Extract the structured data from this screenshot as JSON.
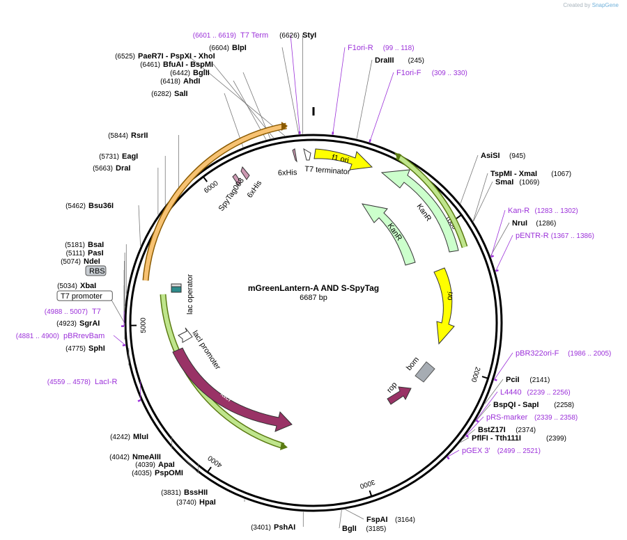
{
  "credit": {
    "prefix": "Created by",
    "brand": "SnapGene"
  },
  "plasmid": {
    "name": "mGreenLantern-A AND S-SpyTag",
    "size": "6687 bp",
    "length": 6687
  },
  "ticks": [
    {
      "pos": 1000,
      "label": "1000"
    },
    {
      "pos": 2000,
      "label": "2000"
    },
    {
      "pos": 3000,
      "label": "3000"
    },
    {
      "pos": 4000,
      "label": "4000"
    },
    {
      "pos": 5000,
      "label": "5000"
    },
    {
      "pos": 6000,
      "label": "6000"
    }
  ],
  "sites": [
    {
      "name": "StyI",
      "pos": "(6626)",
      "bp": 6626,
      "kind": "enzyme"
    },
    {
      "name": "BlpI",
      "pos": "(6604)",
      "bp": 6604,
      "kind": "enzyme"
    },
    {
      "name": "PaeR7I - PspXI - XhoI",
      "pos": "(6525)",
      "bp": 6525,
      "kind": "enzyme"
    },
    {
      "name": "BfuAI - BspMI",
      "pos": "(6461)",
      "bp": 6461,
      "kind": "enzyme"
    },
    {
      "name": "BglII",
      "pos": "(6442)",
      "bp": 6442,
      "kind": "enzyme"
    },
    {
      "name": "AhdI",
      "pos": "(6418)",
      "bp": 6418,
      "kind": "enzyme"
    },
    {
      "name": "SalI",
      "pos": "(6282)",
      "bp": 6282,
      "kind": "enzyme"
    },
    {
      "name": "RsrII",
      "pos": "(5844)",
      "bp": 5844,
      "kind": "enzyme"
    },
    {
      "name": "EagI",
      "pos": "(5731)",
      "bp": 5731,
      "kind": "enzyme"
    },
    {
      "name": "DraI",
      "pos": "(5663)",
      "bp": 5663,
      "kind": "enzyme"
    },
    {
      "name": "Bsu36I",
      "pos": "(5462)",
      "bp": 5462,
      "kind": "enzyme"
    },
    {
      "name": "BsaI",
      "pos": "(5181)",
      "bp": 5181,
      "kind": "enzyme"
    },
    {
      "name": "PasI",
      "pos": "(5111)",
      "bp": 5111,
      "kind": "enzyme"
    },
    {
      "name": "NdeI",
      "pos": "(5074)",
      "bp": 5074,
      "kind": "enzyme"
    },
    {
      "name": "RBS",
      "pos": "",
      "bp": 5050,
      "kind": "box-gray"
    },
    {
      "name": "XbaI",
      "pos": "(5034)",
      "bp": 5034,
      "kind": "enzyme"
    },
    {
      "name": "T7 promoter",
      "pos": "",
      "bp": 5020,
      "kind": "box-white"
    },
    {
      "name": "T7",
      "pos": "(4988 .. 5007)",
      "bp": 4997,
      "kind": "primer"
    },
    {
      "name": "SgrAI",
      "pos": "(4923)",
      "bp": 4923,
      "kind": "enzyme"
    },
    {
      "name": "pBRrevBam",
      "pos": "(4881 .. 4900)",
      "bp": 4890,
      "kind": "primer"
    },
    {
      "name": "SphI",
      "pos": "(4775)",
      "bp": 4775,
      "kind": "enzyme"
    },
    {
      "name": "LacI-R",
      "pos": "(4559 .. 4578)",
      "bp": 4568,
      "kind": "primer"
    },
    {
      "name": "MluI",
      "pos": "(4242)",
      "bp": 4242,
      "kind": "enzyme"
    },
    {
      "name": "NmeAIII",
      "pos": "(4042)",
      "bp": 4042,
      "kind": "enzyme"
    },
    {
      "name": "ApaI",
      "pos": "(4039)",
      "bp": 4039,
      "kind": "enzyme"
    },
    {
      "name": "PspOMI",
      "pos": "(4035)",
      "bp": 4035,
      "kind": "enzyme"
    },
    {
      "name": "BssHII",
      "pos": "(3831)",
      "bp": 3831,
      "kind": "enzyme"
    },
    {
      "name": "HpaI",
      "pos": "(3740)",
      "bp": 3740,
      "kind": "enzyme"
    },
    {
      "name": "PshAI",
      "pos": "(3401)",
      "bp": 3401,
      "kind": "enzyme"
    },
    {
      "name": "BglI",
      "pos": "(3185)",
      "bp": 3185,
      "kind": "enzyme"
    },
    {
      "name": "FspAI",
      "pos": "(3164)",
      "bp": 3164,
      "kind": "enzyme"
    },
    {
      "name": "pGEX 3'",
      "pos": "(2499 .. 2521)",
      "bp": 2510,
      "kind": "primer"
    },
    {
      "name": "PflFI - Tth111I",
      "pos": "(2399)",
      "bp": 2399,
      "kind": "enzyme"
    },
    {
      "name": "BstZ17I",
      "pos": "(2374)",
      "bp": 2374,
      "kind": "enzyme"
    },
    {
      "name": "pRS-marker",
      "pos": "(2339 .. 2358)",
      "bp": 2348,
      "kind": "primer"
    },
    {
      "name": "BspQI - SapI",
      "pos": "(2258)",
      "bp": 2258,
      "kind": "enzyme"
    },
    {
      "name": "L4440",
      "pos": "(2239 .. 2256)",
      "bp": 2247,
      "kind": "primer"
    },
    {
      "name": "PciI",
      "pos": "(2141)",
      "bp": 2141,
      "kind": "enzyme"
    },
    {
      "name": "pBR322ori-F",
      "pos": "(1986 .. 2005)",
      "bp": 1995,
      "kind": "primer"
    },
    {
      "name": "pENTR-R",
      "pos": "(1367 .. 1386)",
      "bp": 1376,
      "kind": "primer"
    },
    {
      "name": "NruI",
      "pos": "(1286)",
      "bp": 1286,
      "kind": "enzyme"
    },
    {
      "name": "Kan-R",
      "pos": "(1283 .. 1302)",
      "bp": 1292,
      "kind": "primer"
    },
    {
      "name": "SmaI",
      "pos": "(1069)",
      "bp": 1069,
      "kind": "enzyme"
    },
    {
      "name": "TspMI - XmaI",
      "pos": "(1067)",
      "bp": 1067,
      "kind": "enzyme"
    },
    {
      "name": "AsiSI",
      "pos": "(945)",
      "bp": 945,
      "kind": "enzyme"
    },
    {
      "name": "F1ori-F",
      "pos": "(309 .. 330)",
      "bp": 320,
      "kind": "primer"
    },
    {
      "name": "DraIII",
      "pos": "(245)",
      "bp": 245,
      "kind": "enzyme"
    },
    {
      "name": "F1ori-R",
      "pos": "(99 .. 118)",
      "bp": 108,
      "kind": "primer"
    },
    {
      "name": "T7 Term",
      "pos": "(6601 .. 6619)",
      "bp": 6610,
      "kind": "primer"
    }
  ],
  "features": [
    {
      "name": "f1 ori",
      "color": "#ffff00"
    },
    {
      "name": "KanR",
      "color": "#ccffcc"
    },
    {
      "name": "KanR",
      "color": "#ccffcc"
    },
    {
      "name": "ori",
      "color": "#ffff00"
    },
    {
      "name": "bom",
      "color": "#a6acb3"
    },
    {
      "name": "rop",
      "color": "#993366"
    },
    {
      "name": "lacI",
      "color": "#993366"
    },
    {
      "name": "lacI promoter",
      "color": "#ffffff"
    },
    {
      "name": "lac operator",
      "color": "#ffffff"
    },
    {
      "name": "T7 terminator",
      "color": "#ffffff"
    },
    {
      "name": "6xHis",
      "color": "#cc99b2"
    },
    {
      "name": "6xHis",
      "color": "#cc99b2"
    },
    {
      "name": "SpyTag003",
      "color": "#cc99b2"
    }
  ],
  "colors": {
    "enzyme": "#000000",
    "primer": "#9b30d9",
    "orf_green": "#bfe58c",
    "orf_orange": "#f7c272"
  }
}
